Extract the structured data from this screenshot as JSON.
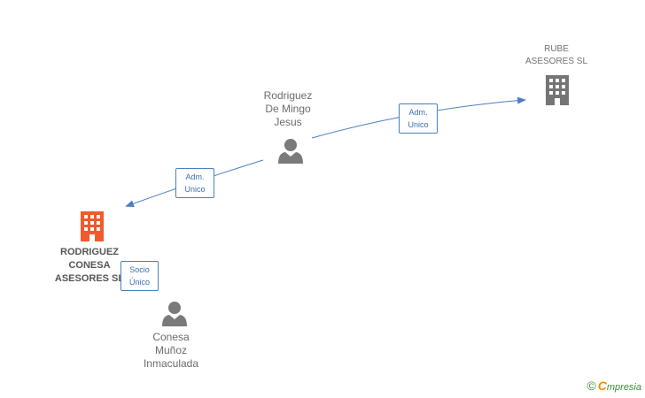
{
  "colors": {
    "edge": "#4a7fc1",
    "person": "#7a7a7a",
    "company_gray": "#757575",
    "company_focus": "#f25a2a"
  },
  "nodes": {
    "rube": {
      "label": "RUBE\nASESORES SL",
      "icon": "building-icon"
    },
    "rodriguez_jesus": {
      "label": "Rodriguez\nDe Mingo\nJesus",
      "icon": "person-icon"
    },
    "rodriguez_conesa": {
      "label": "RODRIGUEZ\nCONESA\nASESORES SL",
      "icon": "building-icon"
    },
    "conesa": {
      "label": "Conesa\nMuñoz\nInmaculada",
      "icon": "person-icon"
    }
  },
  "edges": {
    "e1": {
      "label": "Adm.\nUnico"
    },
    "e2": {
      "label": "Adm.\nUnico"
    },
    "e3": {
      "label": "Socio\nÚnico"
    }
  },
  "footer": {
    "copyright": "©",
    "brand_e": "C",
    "brand_rest": "mpresia"
  }
}
